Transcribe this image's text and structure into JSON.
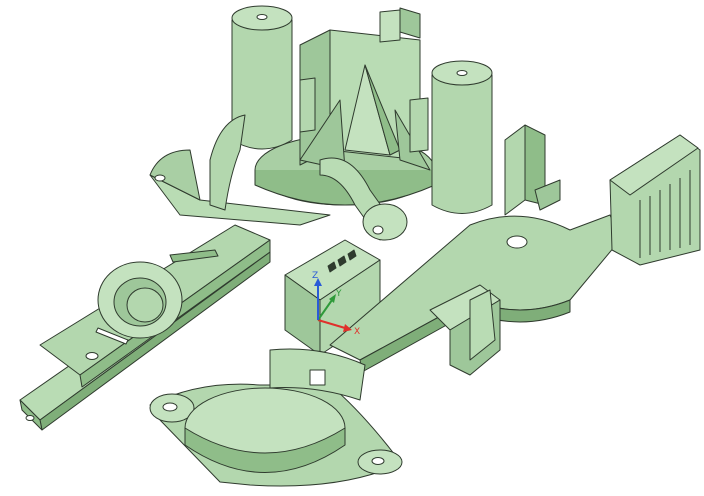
{
  "viewport": {
    "background": "#ffffff",
    "model_color": "#a9cfa4",
    "model_light": "#c4e2bf",
    "model_dark": "#7fae79",
    "edge_color": "#2f3b2e"
  },
  "triad": {
    "x_label": "X",
    "y_label": "Y",
    "z_label": "Z",
    "x_color": "#e0302b",
    "y_color": "#2f9a3a",
    "z_color": "#2a5bd7"
  }
}
